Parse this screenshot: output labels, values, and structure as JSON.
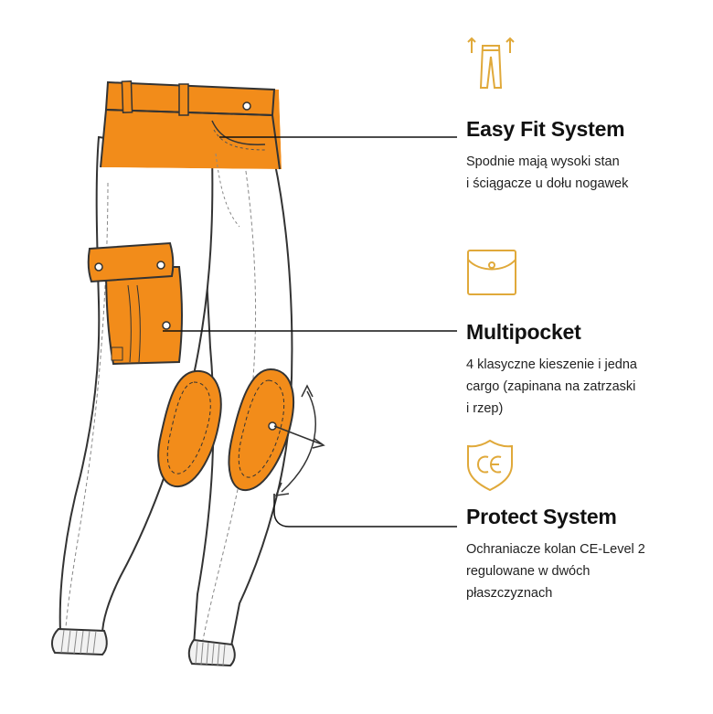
{
  "colors": {
    "accent": "#f28c1a",
    "icon_gold": "#e0a93a",
    "outline": "#333333",
    "text": "#111111"
  },
  "features": [
    {
      "icon": "trousers-arrows-icon",
      "title": "Easy Fit System",
      "lines": [
        "Spodnie mają wysoki stan",
        "i ściągacze u dołu nogawek"
      ]
    },
    {
      "icon": "pocket-icon",
      "title": "Multipocket",
      "lines": [
        "4 klasyczne kieszenie i jedna",
        "cargo (zapinana na zatrzaski",
        "i rzep)"
      ]
    },
    {
      "icon": "ce-shield-icon",
      "title": "Protect System",
      "lines": [
        "Ochraniacze kolan CE-Level 2",
        "regulowane w dwóch",
        "płaszczyznach"
      ]
    }
  ]
}
